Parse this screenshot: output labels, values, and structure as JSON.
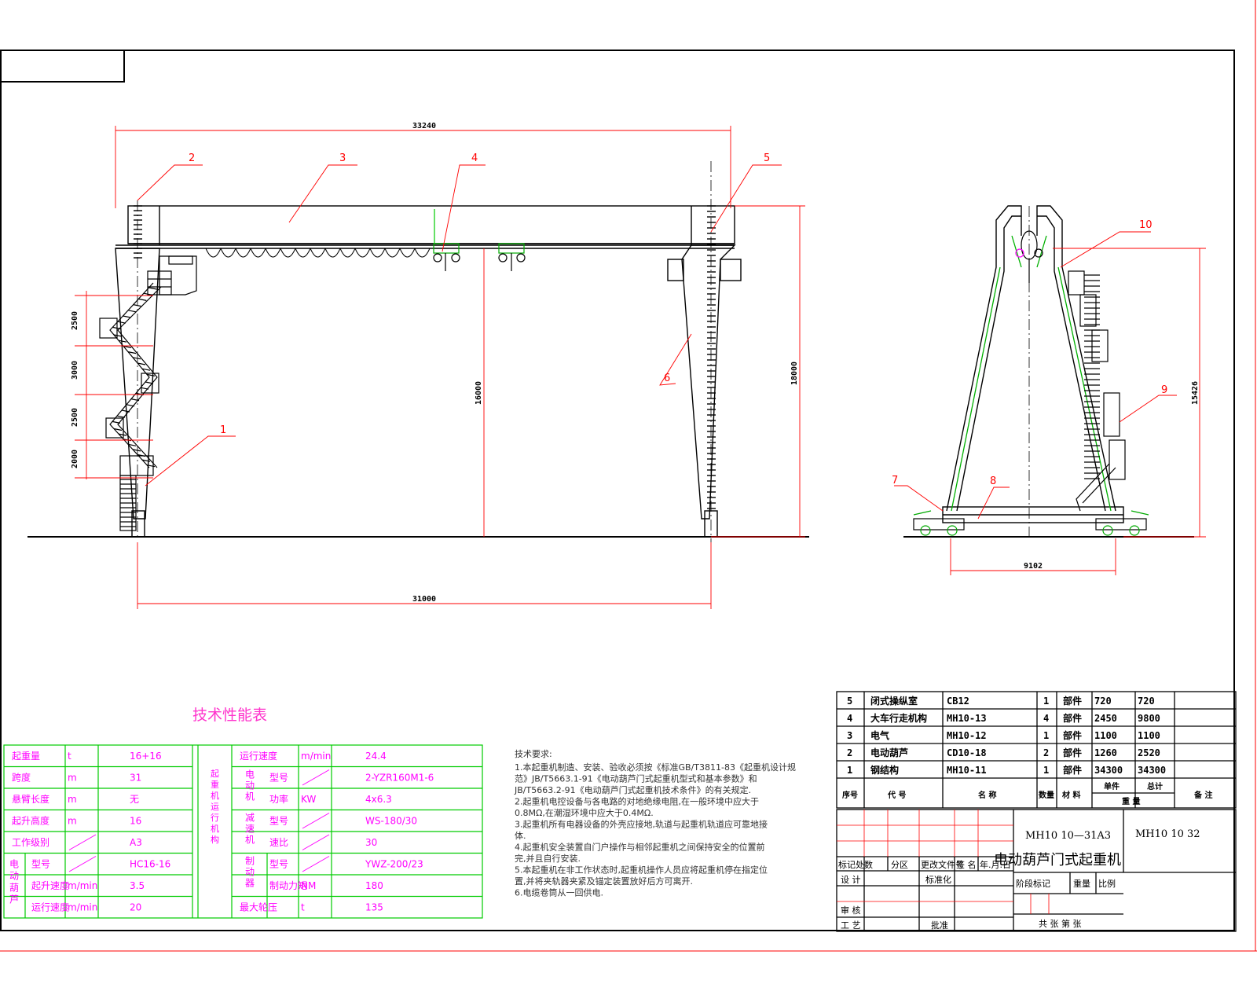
{
  "colors": {
    "frame": "#000000",
    "dim": "#ff0000",
    "table": "#00cc00",
    "table_text": "#ff00ff",
    "green_member": "#00b000",
    "pink_title": "#ff33cc"
  },
  "drawing": {
    "dims": {
      "overall_span": "33240",
      "span": "31000",
      "height_left": "16000",
      "height_right": "18000",
      "tier_1": "2500",
      "tier_2": "3000",
      "tier_3": "2500",
      "tier_4": "2000",
      "side_height": "15426",
      "side_base": "9102"
    },
    "callouts": [
      "1",
      "2",
      "3",
      "4",
      "5",
      "6",
      "7",
      "8",
      "9",
      "10"
    ]
  },
  "perf_table": {
    "title": "技术性能表",
    "left_rows": [
      {
        "group": "",
        "name": "起重量",
        "unit": "t",
        "value": "16+16"
      },
      {
        "group": "",
        "name": "跨度",
        "unit": "m",
        "value": "31"
      },
      {
        "group": "",
        "name": "悬臂长度",
        "unit": "m",
        "value": "无"
      },
      {
        "group": "",
        "name": "起升高度",
        "unit": "m",
        "value": "16"
      },
      {
        "group": "",
        "name": "工作级别",
        "unit": "",
        "value": "A3"
      },
      {
        "group": "电动葫芦",
        "name": "型号",
        "unit": "",
        "value": "HC16-16"
      },
      {
        "group": "",
        "name": "起升速度",
        "unit": "m/min",
        "value": "3.5"
      },
      {
        "group": "",
        "name": "运行速度",
        "unit": "m/min",
        "value": "20"
      }
    ],
    "right_group": "起重机运行机构",
    "right_rows": [
      {
        "sub": "",
        "name": "运行速度",
        "unit": "m/min",
        "value": "24.4"
      },
      {
        "sub": "电动机",
        "name": "型号",
        "unit": "",
        "value": "2-YZR160M1-6"
      },
      {
        "sub": "",
        "name": "功率",
        "unit": "KW",
        "value": "4x6.3"
      },
      {
        "sub": "减速机",
        "name": "型号",
        "unit": "",
        "value": "WS-180/30"
      },
      {
        "sub": "",
        "name": "速比",
        "unit": "",
        "value": "30"
      },
      {
        "sub": "制动器",
        "name": "型号",
        "unit": "",
        "value": "YWZ-200/23"
      },
      {
        "sub": "",
        "name": "制动力矩",
        "unit": "NM",
        "value": "180"
      },
      {
        "sub": "",
        "name": "最大轮压",
        "unit": "t",
        "value": "135"
      }
    ]
  },
  "notes": {
    "title": "技术要求:",
    "lines": [
      "1.本起重机制造、安装、验收必须按《标准GB/T3811-83《起重机设计规",
      "   范》JB/T5663.1-91《电动葫芦门式起重机型式和基本参数》和",
      "   JB/T5663.2-91《电动葫芦门式起重机技术条件》的有关规定.",
      "2.起重机电控设备与各电路的对地绝缘电阻,在一般环境中应大于",
      "   0.8MΩ,在潮湿环境中应大于0.4MΩ.",
      "3.起重机所有电器设备的外壳应接地,轨道与起重机轨道应可靠地接",
      "   体.",
      "4.起重机安全装置自门户操作与相邻起重机之间保持安全的位置前",
      "   完,并且自行安装.",
      "5.本起重机在非工作状态时,起重机操作人员应将起重机停在指定位",
      "   置,并将夹轨器夹紧及锚定装置放好后方可离开.",
      "6.电缆卷筒从一回供电."
    ]
  },
  "bom": {
    "rows": [
      {
        "no": "5",
        "name": "闭式操纵室",
        "code": "CB12",
        "qty": "1",
        "mat": "部件",
        "w1": "720",
        "w2": "720"
      },
      {
        "no": "4",
        "name": "大车行走机构",
        "code": "MH10-13",
        "qty": "4",
        "mat": "部件",
        "w1": "2450",
        "w2": "9800"
      },
      {
        "no": "3",
        "name": "电气",
        "code": "MH10-12",
        "qty": "1",
        "mat": "部件",
        "w1": "1100",
        "w2": "1100"
      },
      {
        "no": "2",
        "name": "电动葫芦",
        "code": "CD10-18",
        "qty": "2",
        "mat": "部件",
        "w1": "1260",
        "w2": "2520"
      },
      {
        "no": "1",
        "name": "钢结构",
        "code": "MH10-11",
        "qty": "1",
        "mat": "部件",
        "w1": "34300",
        "w2": "34300"
      }
    ],
    "header": {
      "no": "序号",
      "code": "代 号",
      "name": "名 称",
      "qty": "数量",
      "mat": "材 料",
      "single": "单件",
      "total": "总计",
      "weight": "重 量",
      "remark": "备 注"
    }
  },
  "title_block": {
    "drawing_no_1": "MH10 10—31A3",
    "drawing_no_2": "MH10 10 32",
    "product": "电动葫芦门式起重机",
    "labels": [
      "标记处数",
      "分区",
      "更改文件号",
      "签 名",
      "年.月.日"
    ],
    "design": "设 计",
    "std": "标准化",
    "check": "审 核",
    "process": "工 艺",
    "approve": "批准",
    "stage": "阶段标记",
    "weight": "重量",
    "scale": "比例",
    "sheets": "共    张  第    张"
  }
}
